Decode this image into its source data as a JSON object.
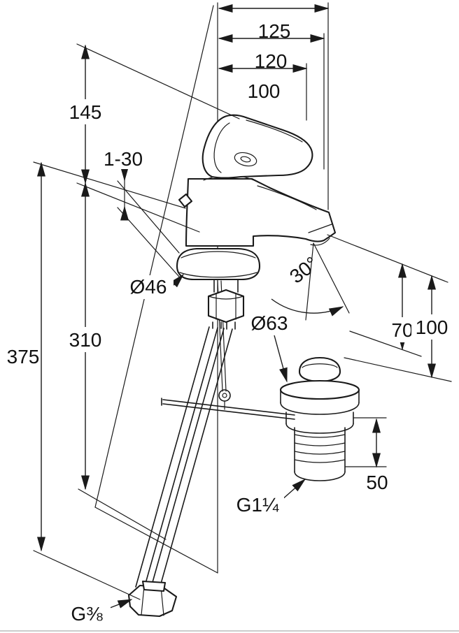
{
  "colors": {
    "line": "#1a1a1a",
    "background": "#ffffff"
  },
  "dimensions": {
    "d125": {
      "text": "125"
    },
    "d120": {
      "text": "120"
    },
    "d100_top": {
      "text": "100"
    },
    "d145": {
      "text": "145"
    },
    "d1_30": {
      "text": "1-30"
    },
    "dia46": {
      "text": "Ø46"
    },
    "ang30": {
      "text": "30°"
    },
    "d70": {
      "text": "70"
    },
    "d100_right": {
      "text": "100"
    },
    "d310": {
      "text": "310"
    },
    "d375": {
      "text": "375"
    },
    "dia63": {
      "text": "Ø63"
    },
    "d50": {
      "text": "50"
    },
    "g1_14": {
      "text": "G1¼"
    },
    "g3_8": {
      "text": "G⅜"
    }
  }
}
